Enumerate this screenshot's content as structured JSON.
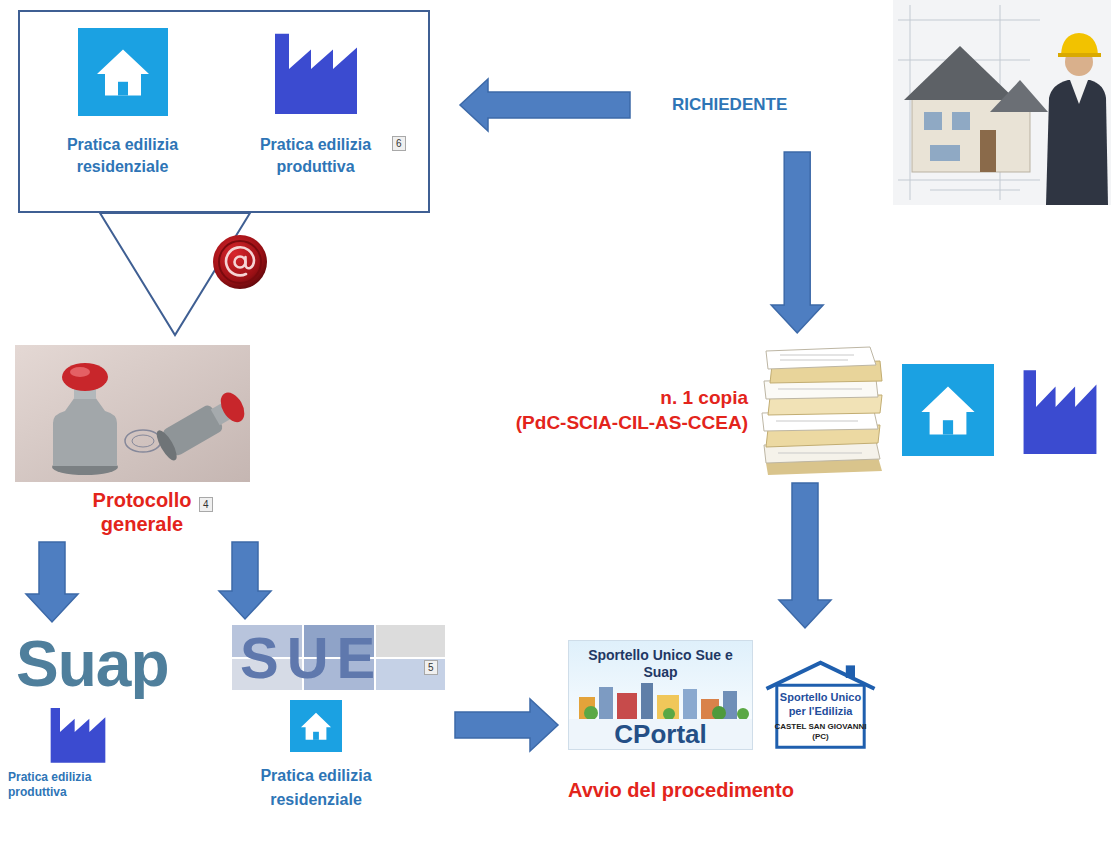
{
  "diagram": {
    "nodes": [
      {
        "text": []
      },
      {
        "text": [
          "Pratica edilizia residenziale"
        ],
        "in": 0
      },
      {
        "text": [
          "Pratica edilizia produttiva"
        ],
        "in": 0
      },
      {
        "text": [
          "RICHIEDENTE"
        ]
      },
      {
        "text": [
          "n. 1 copia (PdC-SCIA-CIL-AS-CCEA)"
        ]
      },
      {
        "text": [
          "Protocollo generale"
        ]
      },
      {
        "text": [
          "Suap",
          "Pratica edilizia produttiva"
        ]
      },
      {
        "text": [
          "SUE",
          "Pratica edilizia residenziale"
        ]
      },
      {
        "text": [
          "Sportello Unico Sue e Suap",
          "CPortal",
          "Sportello Unico per l'Edilizia",
          "CASTEL SAN GIOVANNI (PC)",
          "Avvio del procedimento"
        ]
      }
    ],
    "edges": [
      {
        "from": 3,
        "to": 0,
        "arrow": "to"
      },
      {
        "from": 3,
        "to": 4,
        "arrow": "to"
      },
      {
        "from": 0,
        "to": 5,
        "arrow": "to"
      },
      {
        "from": 5,
        "to": 6,
        "arrow": "to"
      },
      {
        "from": 5,
        "to": 7,
        "arrow": "to"
      },
      {
        "from": 4,
        "to": 8,
        "arrow": "to"
      },
      {
        "from": 7,
        "to": 8,
        "arrow": "to"
      }
    ],
    "labels": [
      "6",
      "4",
      "5"
    ]
  }
}
